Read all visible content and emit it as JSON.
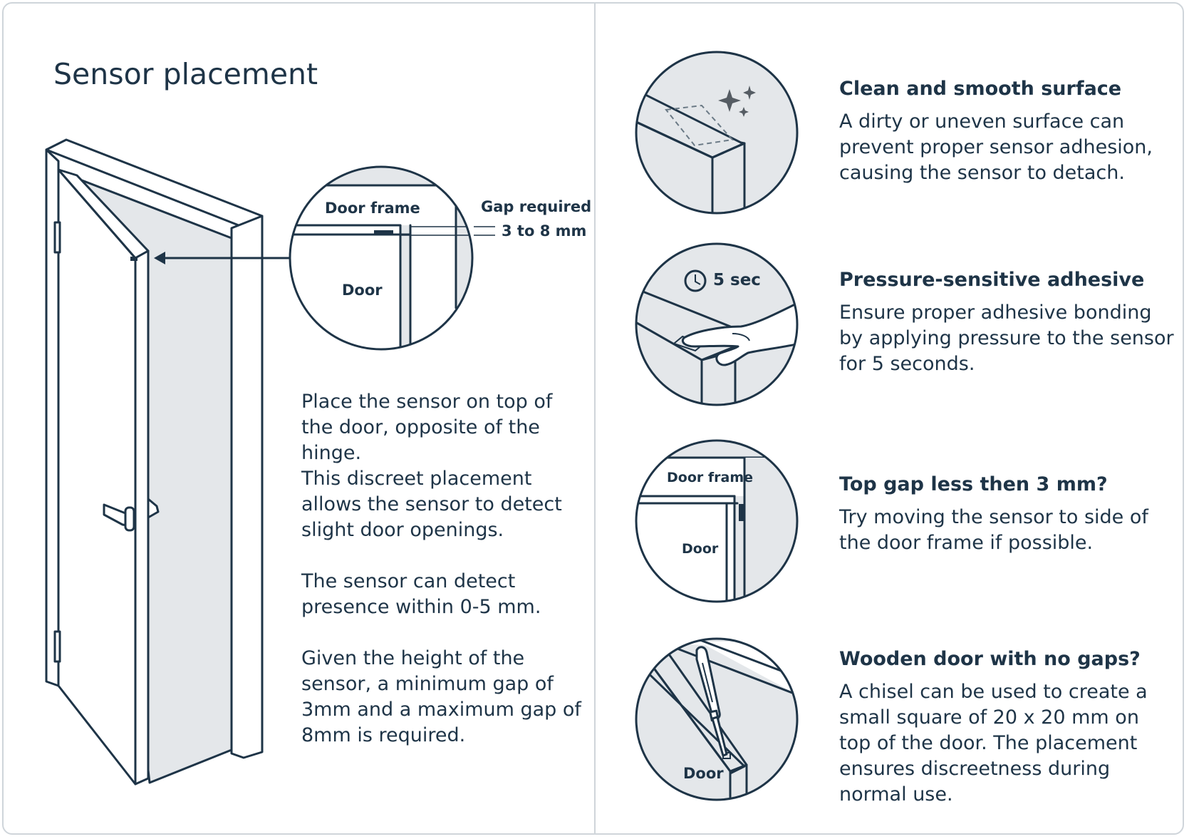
{
  "title": "Sensor placement",
  "callout": {
    "door_frame_label": "Door frame",
    "door_label": "Door",
    "gap_label": "Gap required",
    "gap_value": "3 to 8 mm"
  },
  "instructions": [
    "Place the sensor on top of the door, opposite of the hinge.",
    "This discreet placement allows the sensor to detect slight door openings.",
    "The sensor can detect presence within 0-5 mm.",
    "Given the height of the sensor, a minimum gap of 3mm and a maximum gap of 8mm is required."
  ],
  "tips": [
    {
      "heading": "Clean and smooth surface",
      "text": "A dirty or uneven surface can prevent proper sensor adhesion, causing the sensor to detach.",
      "icon": "sparkle-icon"
    },
    {
      "heading": "Pressure-sensitive adhesive",
      "text": "Ensure proper adhesive bonding by applying pressure to the sensor for 5 seconds.",
      "icon_label": "5 sec",
      "icon": "clock-icon"
    },
    {
      "heading": "Top gap less then 3 mm?",
      "text": "Try moving the sensor to side of the door frame if possible.",
      "frame_label": "Door frame",
      "door_label": "Door"
    },
    {
      "heading": "Wooden door with no gaps?",
      "text": "A chisel can be used to create a small square of 20 x 20 mm on top of the door. The placement ensures discreetness during normal use.",
      "door_label": "Door",
      "icon": "chisel-icon"
    }
  ],
  "colors": {
    "ink": "#1e3447",
    "shade": "#e4e7ea",
    "border": "#cfd5da"
  }
}
